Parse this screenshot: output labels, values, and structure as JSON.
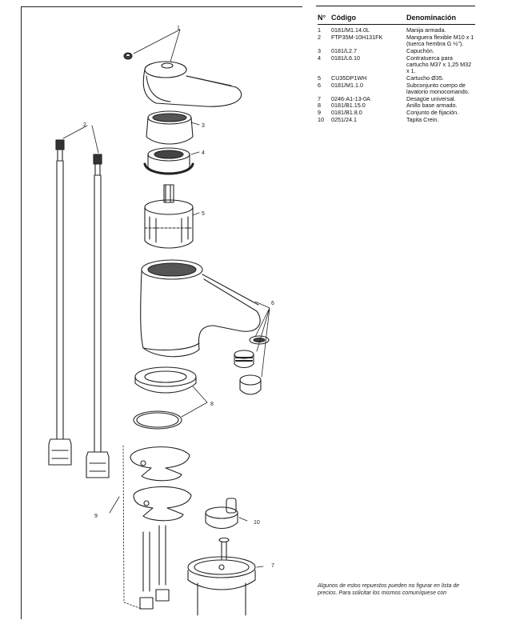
{
  "table": {
    "headers": {
      "num": "N°",
      "code": "Código",
      "desc": "Denominación"
    },
    "rows": [
      {
        "num": "1",
        "code": "0181/M1.14.0L",
        "desc": "Manija armada."
      },
      {
        "num": "2",
        "code": "FTP35M-10H131FK",
        "desc": "Manguera flexible M10 x 1 (tuerca hembra G ½\")."
      },
      {
        "num": "3",
        "code": "0181/L2.7",
        "desc": "Capuchón."
      },
      {
        "num": "4",
        "code": "0181/L6.10",
        "desc": "Contratuerca para cartucho M37 x 1,25 M32 x 1."
      },
      {
        "num": "5",
        "code": "CU35DP1WH",
        "desc": "Cartucho Ø35."
      },
      {
        "num": "6",
        "code": "0181/M1.1.0",
        "desc": "Subconjunto cuerpo de lavatorio monocomando."
      },
      {
        "num": "7",
        "code": "0246-A1-13-0A",
        "desc": "Desagüe universal."
      },
      {
        "num": "8",
        "code": "0181/B1.15.0",
        "desc": "Anillo base armado."
      },
      {
        "num": "9",
        "code": "0181/B1.8.0",
        "desc": "Conjunto de fijación."
      },
      {
        "num": "10",
        "code": "0251/24.1",
        "desc": "Tapita Crein."
      }
    ]
  },
  "footnote": "Algunos de estos repuestos pueden no figurar en lista de precios. Para solicitar los mismos comuníquese con",
  "callouts": {
    "c1": "1",
    "c2": "2",
    "c3": "3",
    "c4": "4",
    "c5": "5",
    "c6": "6",
    "c7": "7",
    "c8": "8",
    "c9": "9",
    "c10": "10"
  }
}
